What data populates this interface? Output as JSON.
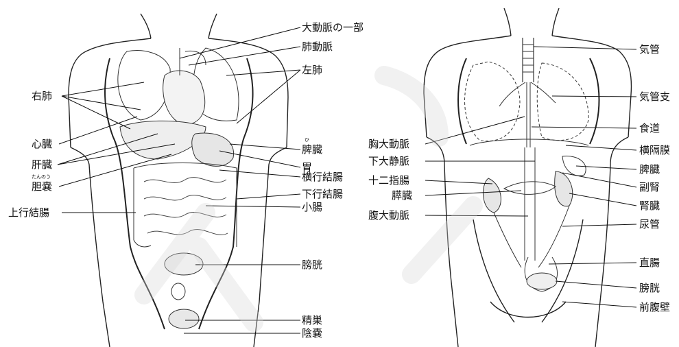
{
  "left_figure": {
    "labels": {
      "aorta_part": "大動脈の一部",
      "pulmonary_artery": "肺動脈",
      "left_lung": "左肺",
      "right_lung": "右肺",
      "heart": "心臓",
      "liver": "肝臓",
      "gallbladder": "胆嚢",
      "gallbladder_reading": "たんのう",
      "spleen": "脾臓",
      "spleen_reading": "ひ",
      "stomach": "胃",
      "transverse_colon": "横行結腸",
      "descending_colon": "下行結腸",
      "small_intestine": "小腸",
      "ascending_colon": "上行結腸",
      "bladder": "膀胱",
      "testis": "精巣",
      "scrotum": "陰嚢"
    }
  },
  "right_figure": {
    "labels": {
      "trachea": "気管",
      "bronchus": "気管支",
      "esophagus": "食道",
      "thoracic_aorta": "胸大動脈",
      "diaphragm": "横隔膜",
      "inferior_vena_cava": "下大静脈",
      "spleen": "脾臓",
      "duodenum": "十二指腸",
      "adrenal": "副腎",
      "pancreas": "膵臓",
      "kidney": "腎臓",
      "abdominal_aorta": "腹大動脈",
      "ureter": "尿管",
      "rectum": "直腸",
      "bladder": "膀胱",
      "abdominal_wall": "前腹壁"
    }
  }
}
